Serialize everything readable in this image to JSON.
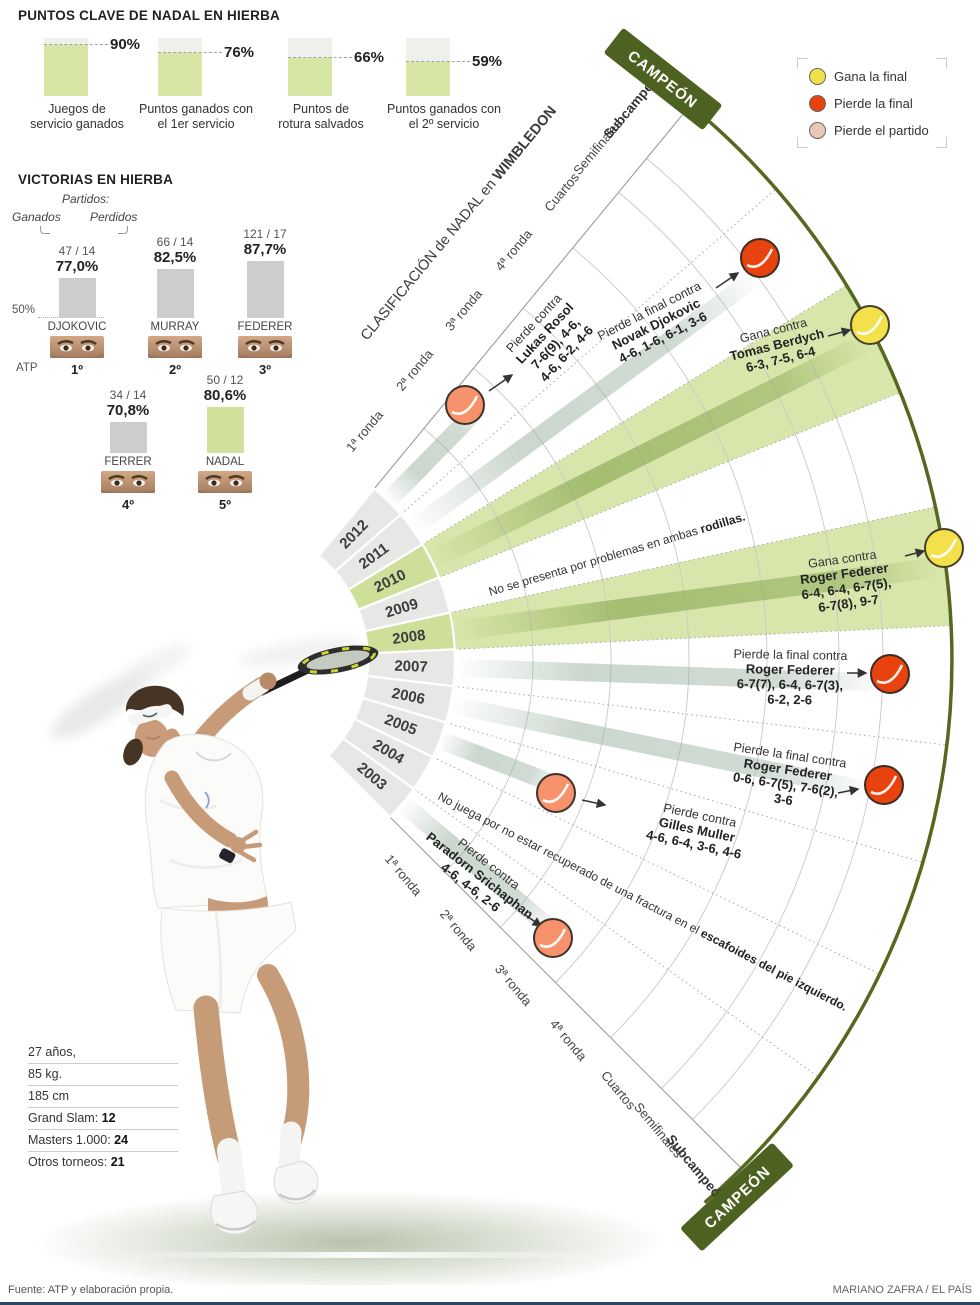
{
  "chart_data": [
    {
      "id": "puntos_clave",
      "type": "bar",
      "title": "PUNTOS CLAVE DE NADAL EN HIERBA",
      "categories": [
        "Juegos de servicio ganados",
        "Puntos ganados con el 1er servicio",
        "Puntos de rotura salvados",
        "Puntos ganados con el 2º servicio"
      ],
      "values": [
        90,
        76,
        66,
        59
      ],
      "unit": "%",
      "ylim": [
        0,
        100
      ],
      "bar_color": "#d7e6a4"
    },
    {
      "id": "victorias_hierba",
      "type": "bar",
      "title": "VICTORIAS EN HIERBA",
      "categories": [
        "DJOKOVIC",
        "MURRAY",
        "FEDERER",
        "FERRER",
        "NADAL"
      ],
      "values": [
        77.0,
        82.5,
        87.7,
        70.8,
        80.6
      ],
      "won_lost": [
        "47 / 14",
        "66 / 14",
        "121 / 17",
        "34 / 14",
        "50 / 12"
      ],
      "atp_rank": [
        "1º",
        "2º",
        "3º",
        "4º",
        "5º"
      ],
      "baseline": 50,
      "unit": "%",
      "highlight": "NADAL",
      "highlight_color": "#cfe19b"
    },
    {
      "id": "wimbledon_results",
      "type": "radial-timeline",
      "title": "CLASIFICACIÓN de NADAL en WIMBLEDON",
      "rings": [
        "1ª ronda",
        "2ª ronda",
        "3ª ronda",
        "4ª ronda",
        "Cuartos",
        "Semifinales",
        "Subcampeón",
        "CAMPEÓN"
      ],
      "years": [
        {
          "year": 2012,
          "outcome": "pierde",
          "round": "2ª ronda",
          "opponent": "Lukas Rosol",
          "score": "7-6(9), 4-6, 4-6, 6-2, 4-6"
        },
        {
          "year": 2011,
          "outcome": "pierde_final",
          "round": "Subcampeón",
          "opponent": "Novak Djokovic",
          "score": "4-6, 1-6, 6-1, 3-6"
        },
        {
          "year": 2010,
          "outcome": "gana_final",
          "round": "CAMPEÓN",
          "opponent": "Tomas Berdych",
          "score": "6-3, 7-5, 6-4"
        },
        {
          "year": 2009,
          "outcome": "no_juega",
          "note": "No se presenta por problemas en ambas rodillas."
        },
        {
          "year": 2008,
          "outcome": "gana_final",
          "round": "CAMPEÓN",
          "opponent": "Roger Federer",
          "score": "6-4, 6-4, 6-7(5), 6-7(8), 9-7"
        },
        {
          "year": 2007,
          "outcome": "pierde_final",
          "round": "Subcampeón",
          "opponent": "Roger Federer",
          "score": "6-7(7), 6-4, 6-7(3), 6-2, 2-6"
        },
        {
          "year": 2006,
          "outcome": "pierde_final",
          "round": "Subcampeón",
          "opponent": "Roger Federer",
          "score": "0-6, 6-7(5), 7-6(2), 3-6"
        },
        {
          "year": 2005,
          "outcome": "pierde",
          "round": "2ª ronda",
          "opponent": "Gilles Muller",
          "score": "4-6, 6-4, 3-6, 4-6"
        },
        {
          "year": 2004,
          "outcome": "no_juega",
          "note": "No juega por no estar recuperado de una fractura en el escafoides del pie izquierdo."
        },
        {
          "year": 2003,
          "outcome": "pierde",
          "round": "3ª ronda",
          "opponent": "Paradorn Srichaphan",
          "score": "4-6, 4-6, 2-6"
        }
      ]
    }
  ],
  "puntos": {
    "title": "PUNTOS CLAVE DE NADAL EN HIERBA",
    "bars": [
      {
        "pct": "90%",
        "line1": "Juegos de",
        "line2": "servicio ganados"
      },
      {
        "pct": "76%",
        "line1": "Puntos ganados con",
        "line2": "el 1er servicio"
      },
      {
        "pct": "66%",
        "line1": "Puntos de",
        "line2": "rotura salvados"
      },
      {
        "pct": "59%",
        "line1": "Puntos ganados con",
        "line2": "el 2º servicio"
      }
    ]
  },
  "victorias": {
    "title": "VICTORIAS EN HIERBA",
    "partidos": "Partidos:",
    "ganados": "Ganados",
    "perdidos": "Perdidos",
    "baseline": "50%",
    "atp": "ATP",
    "players": [
      {
        "name": "DJOKOVIC",
        "record": "47 / 14",
        "pct": "77,0%",
        "rank": "1º"
      },
      {
        "name": "MURRAY",
        "record": "66 / 14",
        "pct": "82,5%",
        "rank": "2º"
      },
      {
        "name": "FEDERER",
        "record": "121 / 17",
        "pct": "87,7%",
        "rank": "3º"
      },
      {
        "name": "FERRER",
        "record": "34 / 14",
        "pct": "70,8%",
        "rank": "4º"
      },
      {
        "name": "NADAL",
        "record": "50 / 12",
        "pct": "80,6%",
        "rank": "5º"
      }
    ]
  },
  "legend": {
    "items": [
      {
        "label": "Gana la final",
        "color": "#f3e04a"
      },
      {
        "label": "Pierde la final",
        "color": "#e8430f"
      },
      {
        "label": "Pierde el partido",
        "color": "#e8c7b6"
      }
    ]
  },
  "fan": {
    "title_regular": "CLASIFICACIÓN de NADAL en ",
    "title_bold": "WIMBLEDON",
    "campeon": "CAMPEÓN",
    "rounds": [
      "1ª ronda",
      "2ª ronda",
      "3ª ronda",
      "4ª ronda",
      "Cuartos",
      "Semifinales",
      "Subcampeón"
    ],
    "years": [
      "2012",
      "2011",
      "2010",
      "2009",
      "2008",
      "2007",
      "2006",
      "2005",
      "2004",
      "2003"
    ],
    "matches": {
      "y2012": {
        "l1": "Pierde contra",
        "l2": "Lukas Rosol",
        "l3": "7-6(9), 4-6,",
        "l4": "4-6, 6-2, 4-6"
      },
      "y2011": {
        "l1": "Pierde la final contra",
        "l2": "Novak Djokovic",
        "l3": "4-6, 1-6, 6-1, 3-6"
      },
      "y2010": {
        "l1": "Gana contra",
        "l2": "Tomas Berdych",
        "l3": "6-3, 7-5, 6-4"
      },
      "y2009": {
        "l1": "No se presenta por problemas en ambas ",
        "l2": "rodillas."
      },
      "y2008": {
        "l1": "Gana contra",
        "l2": "Roger Federer",
        "l3": "6-4, 6-4, 6-7(5),",
        "l4": "6-7(8), 9-7"
      },
      "y2007": {
        "l1": "Pierde la final contra",
        "l2": "Roger Federer",
        "l3": "6-7(7), 6-4, 6-7(3),",
        "l4": "6-2, 2-6"
      },
      "y2006": {
        "l1": "Pierde la final contra",
        "l2": "Roger Federer",
        "l3": "0-6, 6-7(5), 7-6(2),",
        "l4": "3-6"
      },
      "y2005": {
        "l1": "Pierde contra",
        "l2": "Gilles Muller",
        "l3": "4-6, 6-4, 3-6, 4-6"
      },
      "y2004": {
        "l1": "No juega por no estar recuperado de una fractura en el ",
        "l2": "escafoides del pie izquierdo."
      },
      "y2003": {
        "l1": "Pierde contra",
        "l2": "Paradorn Srichaphan",
        "l3": "4-6, 4-6, 2-6"
      }
    }
  },
  "player": {
    "stats": [
      {
        "label": "27 años,",
        "value": ""
      },
      {
        "label": "85 kg.",
        "value": ""
      },
      {
        "label": "185 cm",
        "value": ""
      },
      {
        "label": "Grand Slam: ",
        "value": "12"
      },
      {
        "label": "Masters 1.000: ",
        "value": "24"
      },
      {
        "label": "Otros torneos: ",
        "value": "21"
      }
    ]
  },
  "footer": {
    "source": "Fuente: ATP y elaboración propia.",
    "credit": "MARIANO ZAFRA / EL PAÍS"
  }
}
